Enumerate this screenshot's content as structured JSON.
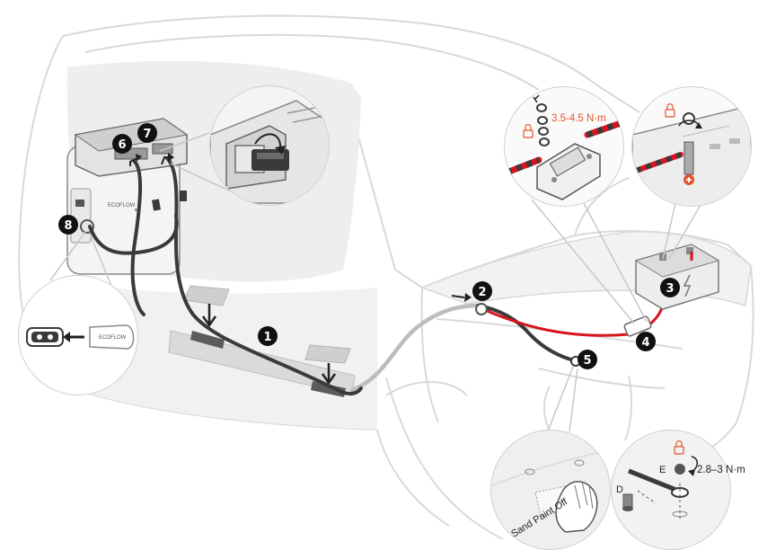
{
  "steps": {
    "s1": "1",
    "s2": "2",
    "s3": "3",
    "s4": "4",
    "s5": "5",
    "s6": "6",
    "s7": "7",
    "s8": "8"
  },
  "torque": {
    "fuse": "3.5-4.5 N·m",
    "ground": "2.8–3 N·m"
  },
  "labels": {
    "ground_bolt": "E",
    "ground_point": "D",
    "sand_paint": "Sand Paint Off",
    "brand": "ECOFLOW"
  },
  "colors": {
    "accent": "#e2542c",
    "cable_red": "#d8141e",
    "cable_dark": "#3a3a3a",
    "outline": "#d9d9d9"
  }
}
